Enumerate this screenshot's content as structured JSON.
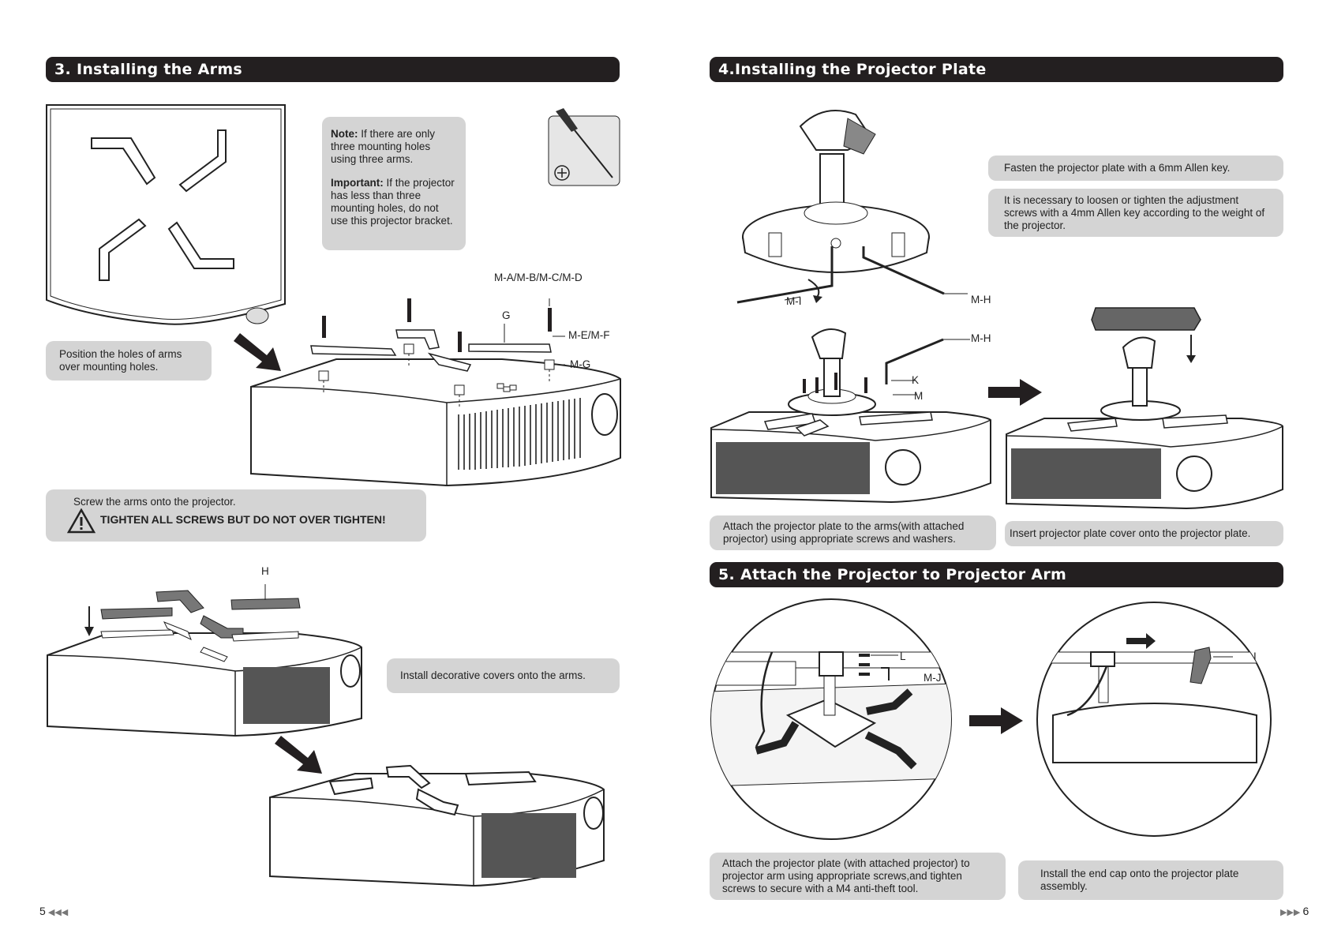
{
  "left": {
    "section_title": "3. Installing the Arms",
    "note_label": "Note:",
    "note_text": " If there are only three mounting holes using three arms.",
    "important_label": "Important:",
    "important_text": " If the projector has less than three mounting holes, do not use this projector bracket.",
    "position_caption": "Position the holes of arms over mounting holes.",
    "screw_caption": "Screw the arms onto the projector.",
    "warning": "TIGHTEN ALL SCREWS BUT DO NOT OVER TIGHTEN!",
    "covers_caption": "Install decorative covers onto the arms.",
    "labels": {
      "abcd": "M-A/M-B/M-C/M-D",
      "g1": "G",
      "ef": "M-E/M-F",
      "g2": "M-G",
      "h": "H"
    },
    "page_number": "5"
  },
  "right": {
    "section4_title": "4.Installing the Projector Plate",
    "fasten_caption": "Fasten the projector plate with a 6mm Allen key.",
    "adjust_caption": "It is necessary to loosen or tighten the adjustment screws with a 4mm Allen key according to the weight of the projector.",
    "attach_plate_caption": "Attach the projector plate to the arms(with attached projector) using appropriate screws and washers.",
    "insert_cover_caption": "Insert projector plate cover onto the projector plate.",
    "section5_title": "5. Attach the Projector to Projector Arm",
    "attach_arm_caption": "Attach the projector plate (with attached projector) to projector arm using appropriate screws,and tighten screws to secure with a M4 anti-theft tool.",
    "end_cap_caption": "Install the end cap onto the projector plate assembly.",
    "labels": {
      "mi": "M-I",
      "mh1": "M-H",
      "mh2": "M-H",
      "k": "K",
      "m": "M",
      "l": "L",
      "mj": "M-J",
      "i": "I"
    },
    "page_number": "6"
  },
  "icons": [
    "screwdriver-icon",
    "warning-icon",
    "arrow-icon"
  ]
}
